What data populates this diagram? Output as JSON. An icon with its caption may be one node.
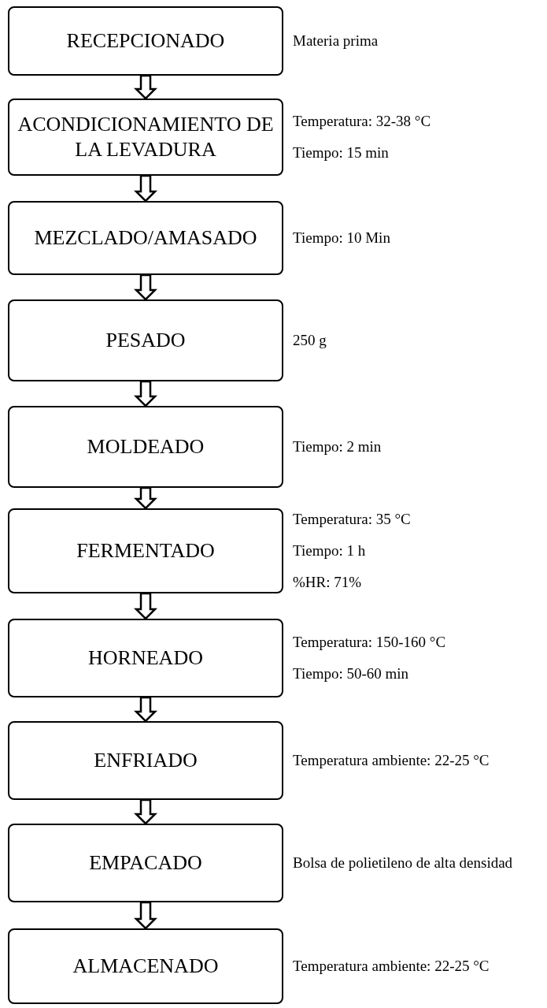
{
  "diagram": {
    "nodes": [
      {
        "text": [
          "RECEPCIONADO"
        ],
        "beside": [
          "Materia prima"
        ]
      },
      {
        "text": [
          "ACONDICIONAMIENTO DE LA LEVADURA"
        ],
        "beside": [
          "Temperatura: 32-38 °C",
          "Tiempo: 15 min"
        ]
      },
      {
        "text": [
          "MEZCLADO/AMASADO"
        ],
        "beside": [
          "Tiempo: 10 Min"
        ]
      },
      {
        "text": [
          "PESADO"
        ],
        "beside": [
          "250 g"
        ]
      },
      {
        "text": [
          "MOLDEADO"
        ],
        "beside": [
          "Tiempo: 2 min"
        ]
      },
      {
        "text": [
          "FERMENTADO"
        ],
        "beside": [
          "Temperatura: 35 °C",
          "Tiempo: 1 h",
          "%HR: 71%"
        ]
      },
      {
        "text": [
          "HORNEADO"
        ],
        "beside": [
          "Temperatura: 150-160 °C",
          "Tiempo: 50-60 min"
        ]
      },
      {
        "text": [
          "ENFRIADO"
        ],
        "beside": [
          "Temperatura ambiente: 22-25 °C"
        ]
      },
      {
        "text": [
          "EMPACADO"
        ],
        "beside": [
          "Bolsa de polietileno de alta densidad"
        ]
      },
      {
        "text": [
          "ALMACENADO"
        ],
        "beside": [
          "Temperatura ambiente: 22-25 °C"
        ]
      }
    ],
    "edges": [
      {
        "from": 0,
        "to": 1,
        "arrow": "to"
      },
      {
        "from": 1,
        "to": 2,
        "arrow": "to"
      },
      {
        "from": 2,
        "to": 3,
        "arrow": "to"
      },
      {
        "from": 3,
        "to": 4,
        "arrow": "to"
      },
      {
        "from": 4,
        "to": 5,
        "arrow": "to"
      },
      {
        "from": 5,
        "to": 6,
        "arrow": "to"
      },
      {
        "from": 6,
        "to": 7,
        "arrow": "to"
      },
      {
        "from": 7,
        "to": 8,
        "arrow": "to"
      },
      {
        "from": 8,
        "to": 9,
        "arrow": "to"
      }
    ]
  }
}
